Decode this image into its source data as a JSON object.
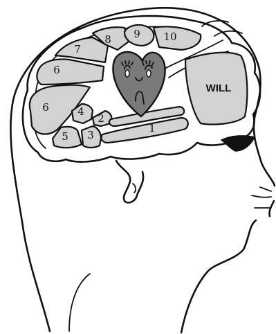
{
  "labels": {
    "region_1": "1",
    "region_2": "2",
    "region_3": "3",
    "region_4": "4",
    "region_5": "5",
    "region_6_upper": "6",
    "region_6_lower": "6",
    "region_7": "7",
    "region_8": "8",
    "region_9": "9",
    "region_10": "10",
    "will": "WILL"
  },
  "colors": {
    "region_fill": "#d2d2d2",
    "heart_fill": "#7a7a7a",
    "ink": "#111111"
  },
  "icons": {
    "center_figure": "heart-face-icon",
    "eye": "eye-icon"
  }
}
